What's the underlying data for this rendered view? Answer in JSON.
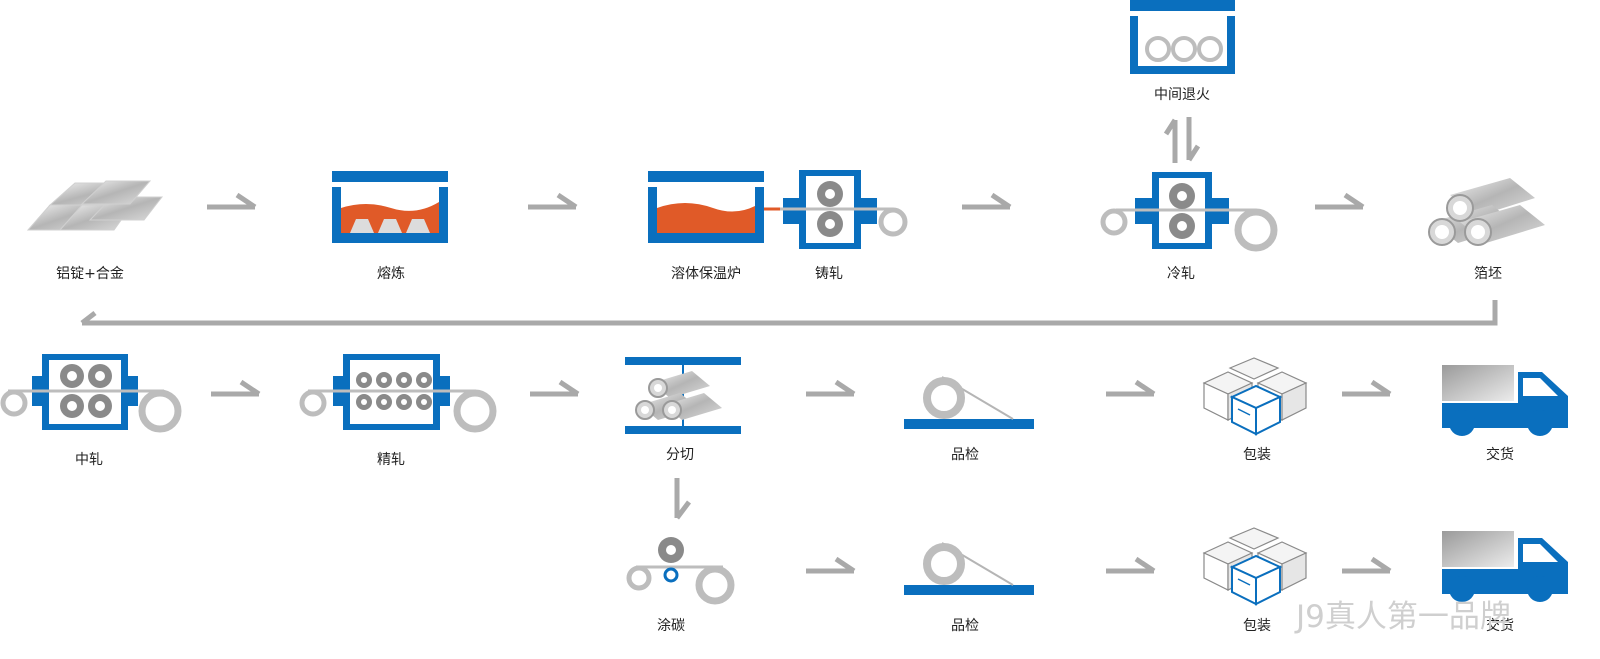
{
  "colors": {
    "blue": "#0a6fbe",
    "orange": "#e05a28",
    "gray_arrow": "#a9a9a9",
    "silver": "#c4c4c4",
    "dark_roll": "#8a8a8a",
    "label": "#222222"
  },
  "steps": {
    "ingot": "铝锭+合金",
    "melting": "熔炼",
    "holding_furnace": "溶体保温炉",
    "cast_rolling": "铸轧",
    "intermediate_annealing": "中间退火",
    "cold_rolling": "冷轧",
    "foil_stock": "箔坯",
    "intermediate_rolling": "中轧",
    "finish_rolling": "精轧",
    "slitting": "分切",
    "inspection_1": "品检",
    "packing_1": "包装",
    "delivery_1": "交货",
    "carbon_coating": "涂碳",
    "inspection_2": "品检",
    "packing_2": "包装",
    "delivery_2": "交货"
  },
  "watermark": "J9真人第一品牌"
}
